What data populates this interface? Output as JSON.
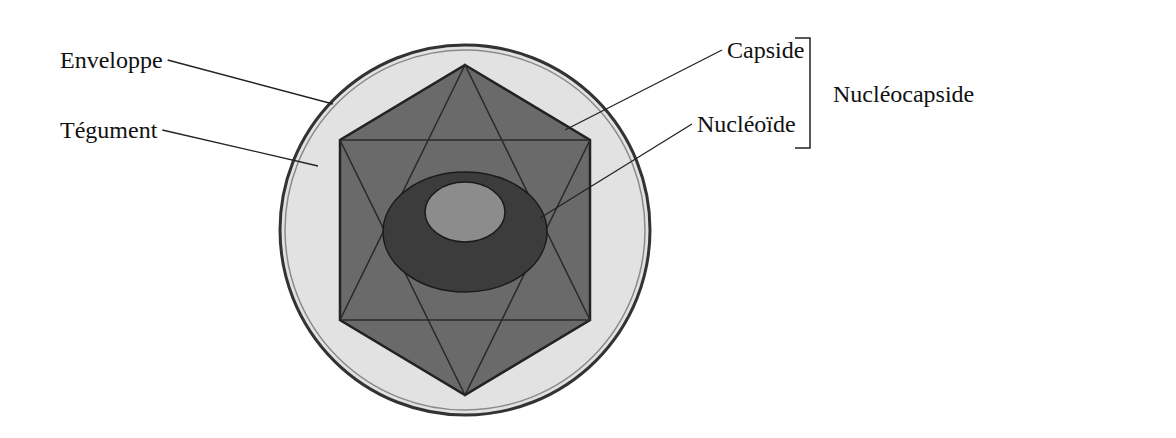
{
  "diagram": {
    "labels": [
      "Enveloppe",
      "Tégument",
      "Capside",
      "Nucléoïde",
      "Nucléocapside"
    ]
  }
}
